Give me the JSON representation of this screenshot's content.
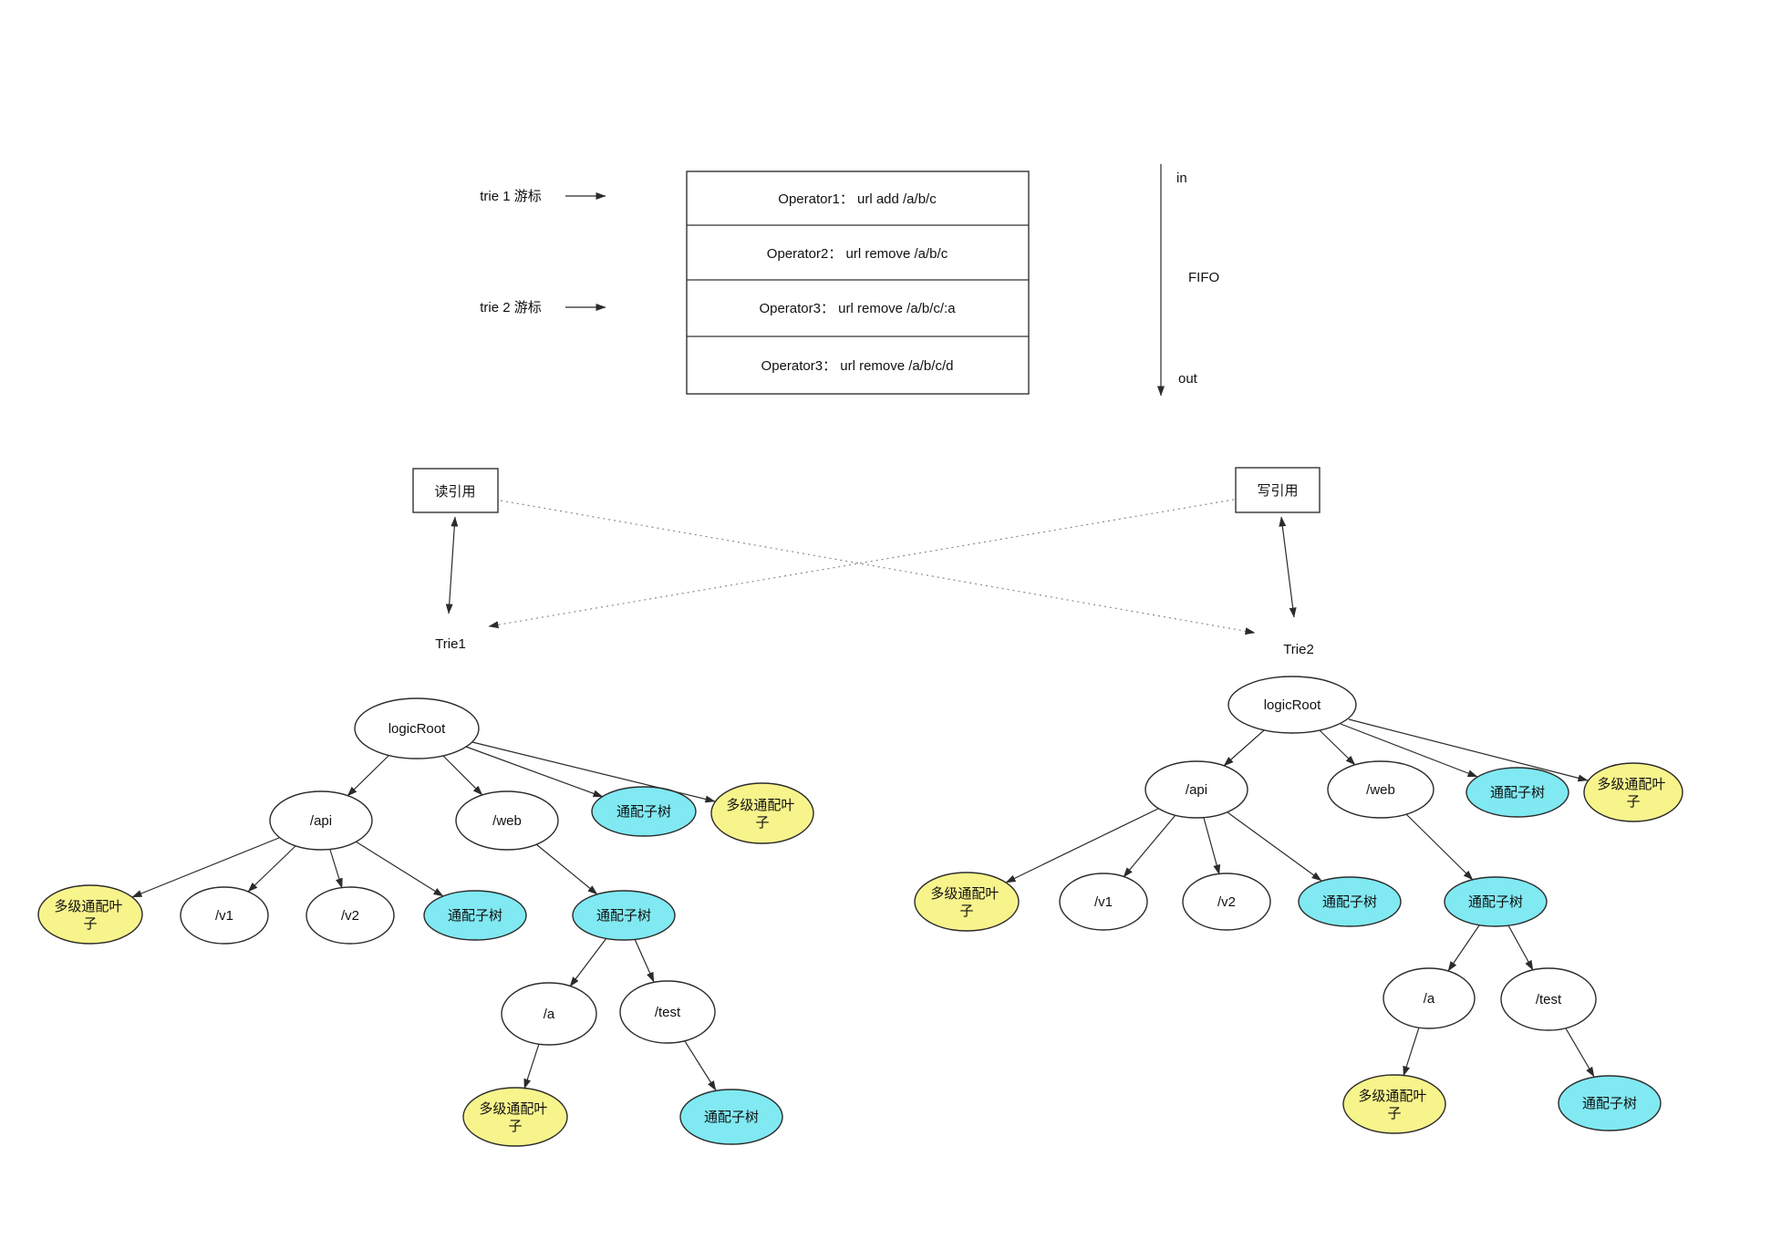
{
  "queue": {
    "cursor1_label": "trie 1 游标",
    "cursor2_label": "trie 2 游标",
    "rows": [
      "Operator1： url add /a/b/c",
      "Operator2： url remove /a/b/c",
      "Operator3： url remove /a/b/c/:a",
      "Operator3： url remove /a/b/c/d"
    ],
    "in_label": "in",
    "fifo_label": "FIFO",
    "out_label": "out"
  },
  "refs": {
    "read_ref": "读引用",
    "write_ref": "写引用",
    "trie1_label": "Trie1",
    "trie2_label": "Trie2"
  },
  "nodes": {
    "logic_root": "logicRoot",
    "api": "/api",
    "web": "/web",
    "v1": "/v1",
    "v2": "/v2",
    "a": "/a",
    "test": "/test",
    "wildcard_subtree": "通配子树",
    "multilevel_leaf_line1": "多级通配叶",
    "multilevel_leaf_line2": "子"
  },
  "colors": {
    "wildcard_fill": "#80E9F2",
    "leaf_fill": "#F8F48C",
    "node_stroke": "#2b2b2b",
    "edge": "#2b2b2b",
    "dotted": "#8a8a8a",
    "bg": "#ffffff",
    "text": "#111111"
  }
}
